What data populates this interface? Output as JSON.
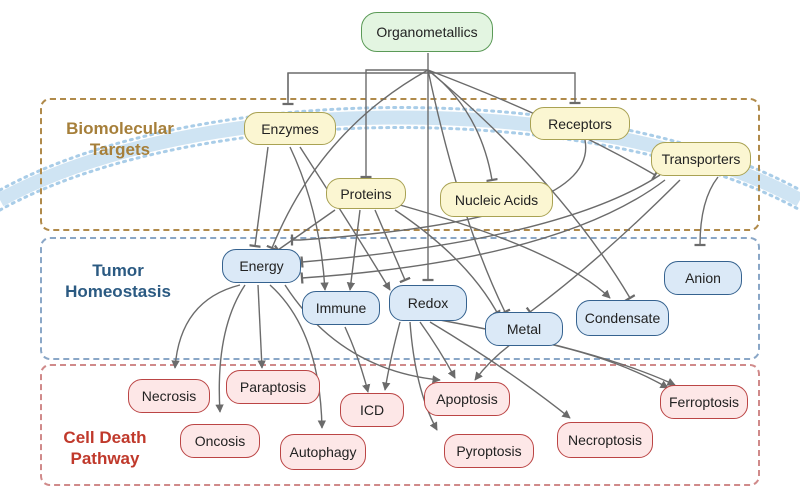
{
  "sections": {
    "biomolecular": {
      "line1": "Biomolecular",
      "line2": "Targets"
    },
    "tumor": {
      "line1": "Tumor",
      "line2": "Homeostasis"
    },
    "cell_death": {
      "line1": "Cell Death",
      "line2": "Pathway"
    }
  },
  "nodes": {
    "organometallics": "Organometallics",
    "enzymes": "Enzymes",
    "receptors": "Receptors",
    "transporters": "Transporters",
    "proteins": "Proteins",
    "nucleic_acids": "Nucleic Acids",
    "energy": "Energy",
    "immune": "Immune",
    "redox": "Redox",
    "metal": "Metal",
    "condensate": "Condensate",
    "anion": "Anion",
    "necrosis": "Necrosis",
    "paraptosis": "Paraptosis",
    "oncosis": "Oncosis",
    "autophagy": "Autophagy",
    "icd": "ICD",
    "apoptosis": "Apoptosis",
    "pyroptosis": "Pyroptosis",
    "necroptosis": "Necroptosis",
    "ferroptosis": "Ferroptosis"
  },
  "colors": {
    "membrane": "#b9d8ee",
    "edge": "#6b6b6b",
    "biomolecular": "#a67f3a",
    "tumor": "#2b5a82",
    "cell_death": "#c0392b"
  }
}
